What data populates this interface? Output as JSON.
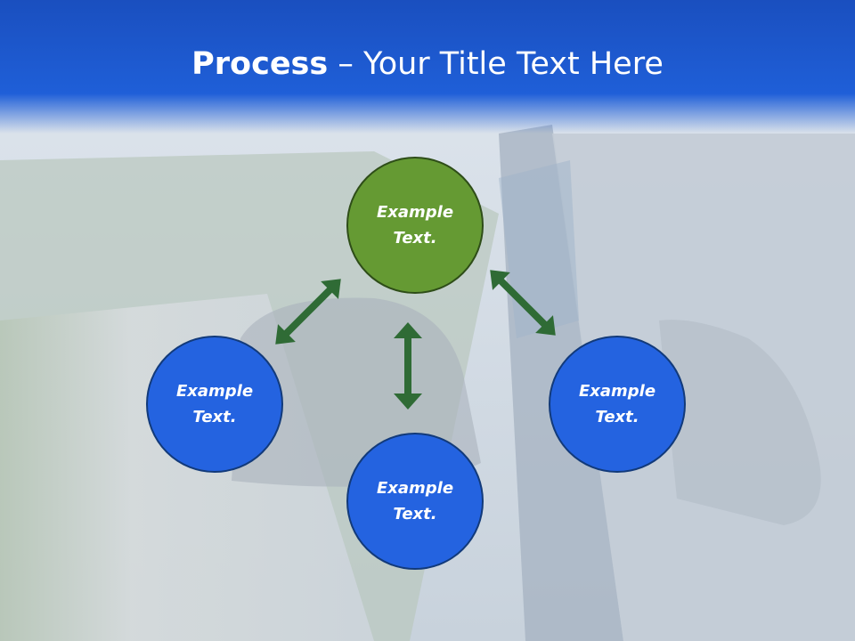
{
  "slide": {
    "title_bold": "Process",
    "title_rest": " – Your Title Text Here"
  },
  "nodes": [
    {
      "text": "Example\nText."
    },
    {
      "text": "Example\nText."
    },
    {
      "text": "Example\nText."
    },
    {
      "text": "Example\nText."
    }
  ],
  "colors": {
    "header": "#1f5fd8",
    "node_blue": "#2463e0",
    "node_green": "#659a33",
    "arrow": "#2f6b35"
  }
}
